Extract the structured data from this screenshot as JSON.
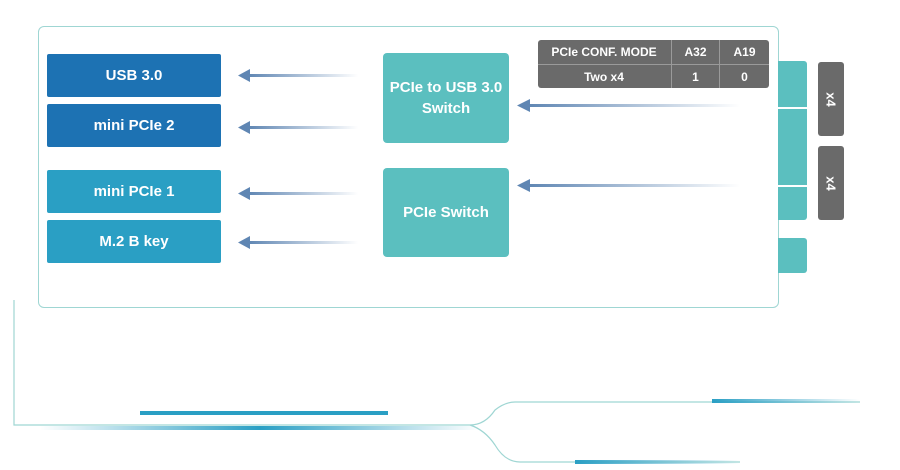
{
  "left_blocks": {
    "usb30": "USB 3.0",
    "mini_pcie_2": "mini PCIe 2",
    "mini_pcie_1": "mini PCIe 1",
    "m2_b_key": "M.2 B key"
  },
  "switches": {
    "usb_switch_line1": "PCIe to USB 3.0",
    "usb_switch_line2": "Switch",
    "pcie_switch": "PCIe Switch"
  },
  "conf_table": {
    "headers": [
      "PCIe CONF. MODE",
      "A32",
      "A19"
    ],
    "row": [
      "Two x4",
      "1",
      "0"
    ]
  },
  "lane_tags": [
    "x4",
    "x4"
  ],
  "colors": {
    "dark_blue": "#1d72b3",
    "mid_blue": "#2a9fc4",
    "teal": "#5bbfbf",
    "gray": "#6a6a6a",
    "arrow": "#5f86b3"
  }
}
